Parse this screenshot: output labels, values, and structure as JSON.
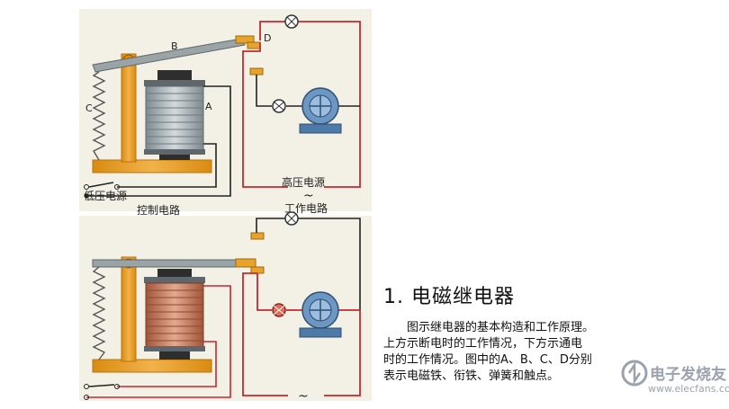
{
  "labels": {
    "B": "B",
    "D": "D",
    "C": "C",
    "A": "A",
    "low_voltage_source": "低压电源",
    "control_circuit": "控制电路",
    "high_voltage_source": "高压电源",
    "working_circuit": "工作电路",
    "ac_symbol": "~"
  },
  "text_panel": {
    "title": "1. 电磁继电器",
    "lines": [
      "图示继电器的基本构造和工作原理。",
      "上方示断电时的工作情况，下方示通电",
      "时的工作情况。图中的A、B、C、D分别",
      "表示电磁铁、衔铁、弹簧和触点。"
    ]
  },
  "watermark": {
    "cn": "电子发烧友",
    "en": "www.elecfans.com"
  },
  "colors": {
    "panel_bg": "#f3f1e6",
    "frame_orange": "#e89a1c",
    "wire_red": "#c8272e",
    "wire_dark": "#222222",
    "coil_off": "#8f9aa0",
    "coil_on": "#c27a5c",
    "motor_blue": "#5b87b3",
    "lamp_on": "#e46a5a"
  }
}
